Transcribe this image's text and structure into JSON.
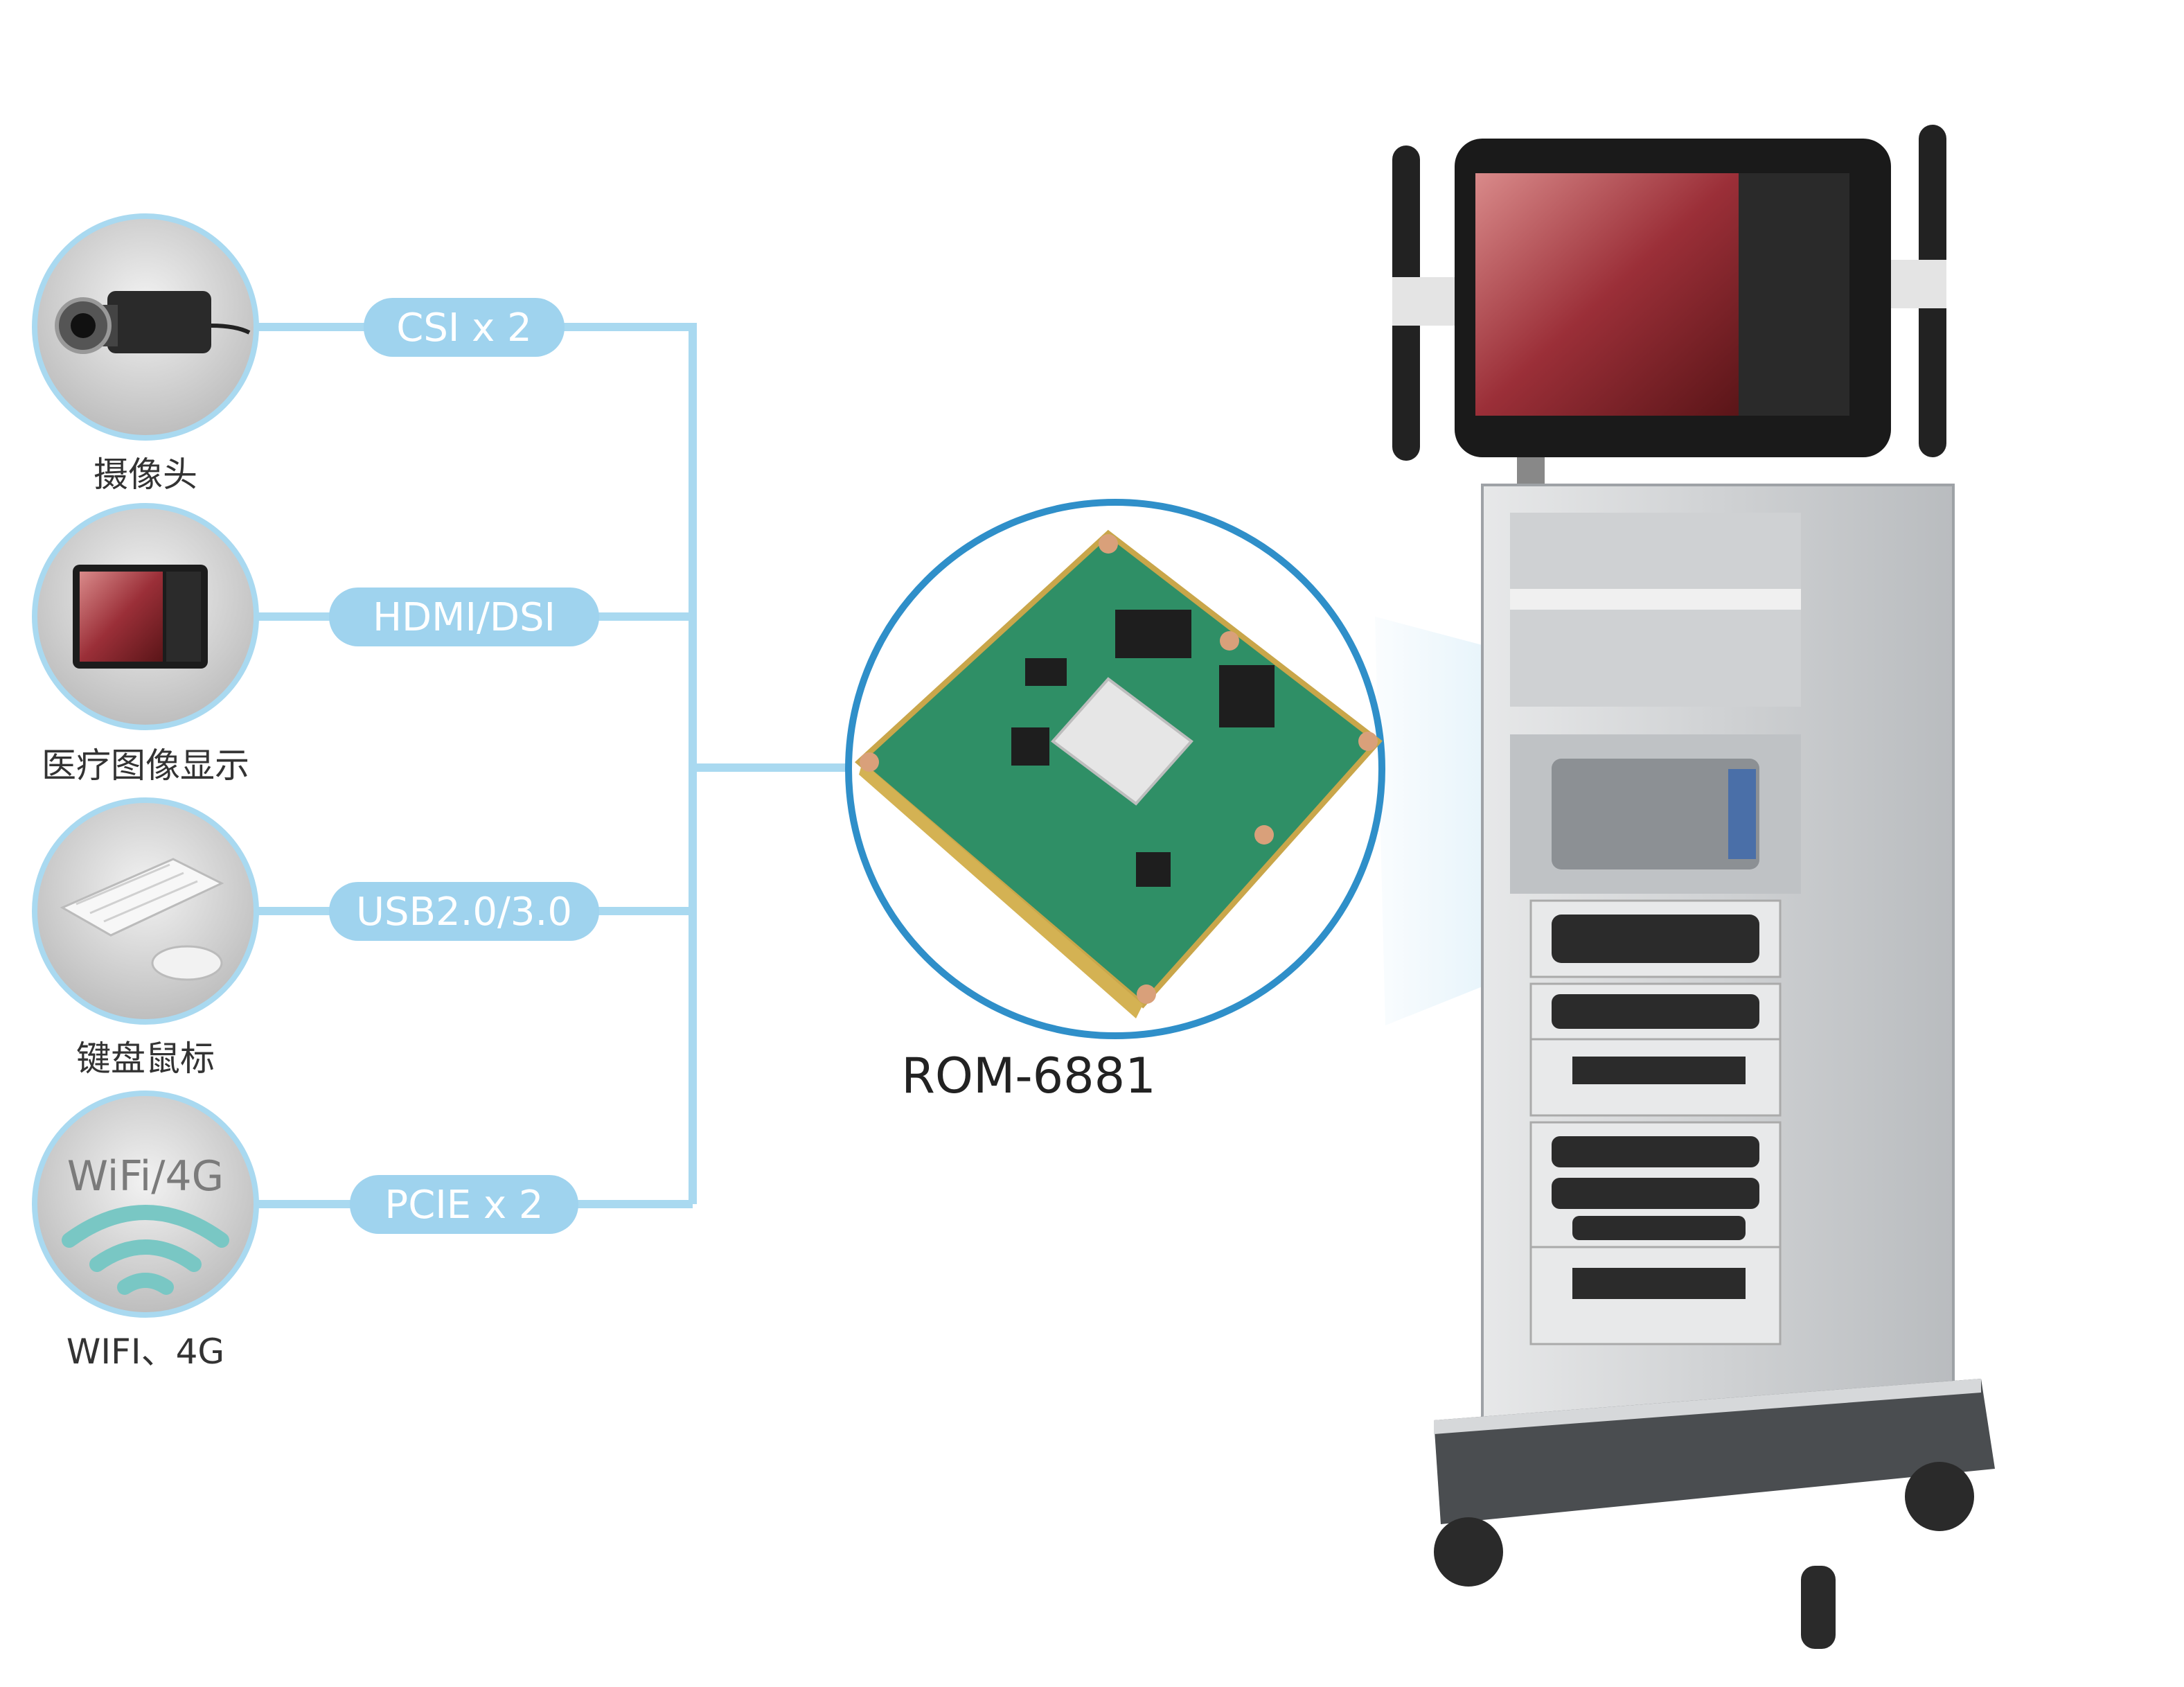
{
  "colors": {
    "connector": "#a9d9f0",
    "pill": "#9fd3ee",
    "ring": "#2f8fc9",
    "pcb": "#2f8f66",
    "cart": "#d7d9db"
  },
  "interfaces": [
    {
      "label": "CSI x 2",
      "caption": "摄像头",
      "icon": "camera-icon"
    },
    {
      "label": "HDMI/DSI",
      "caption": "医疗图像显示",
      "icon": "medical-monitor-icon"
    },
    {
      "label": "USB2.0/3.0",
      "caption": "键盘鼠标",
      "icon": "keyboard-mouse-icon"
    },
    {
      "label": "PCIE x 2",
      "caption": "WIFI、4G",
      "icon": "wifi-icon"
    }
  ],
  "wifi_icon_text": "WiFi/4G",
  "module": {
    "label": "ROM-6881",
    "icon": "som-board-icon"
  },
  "device": {
    "icon": "medical-cart-icon"
  }
}
